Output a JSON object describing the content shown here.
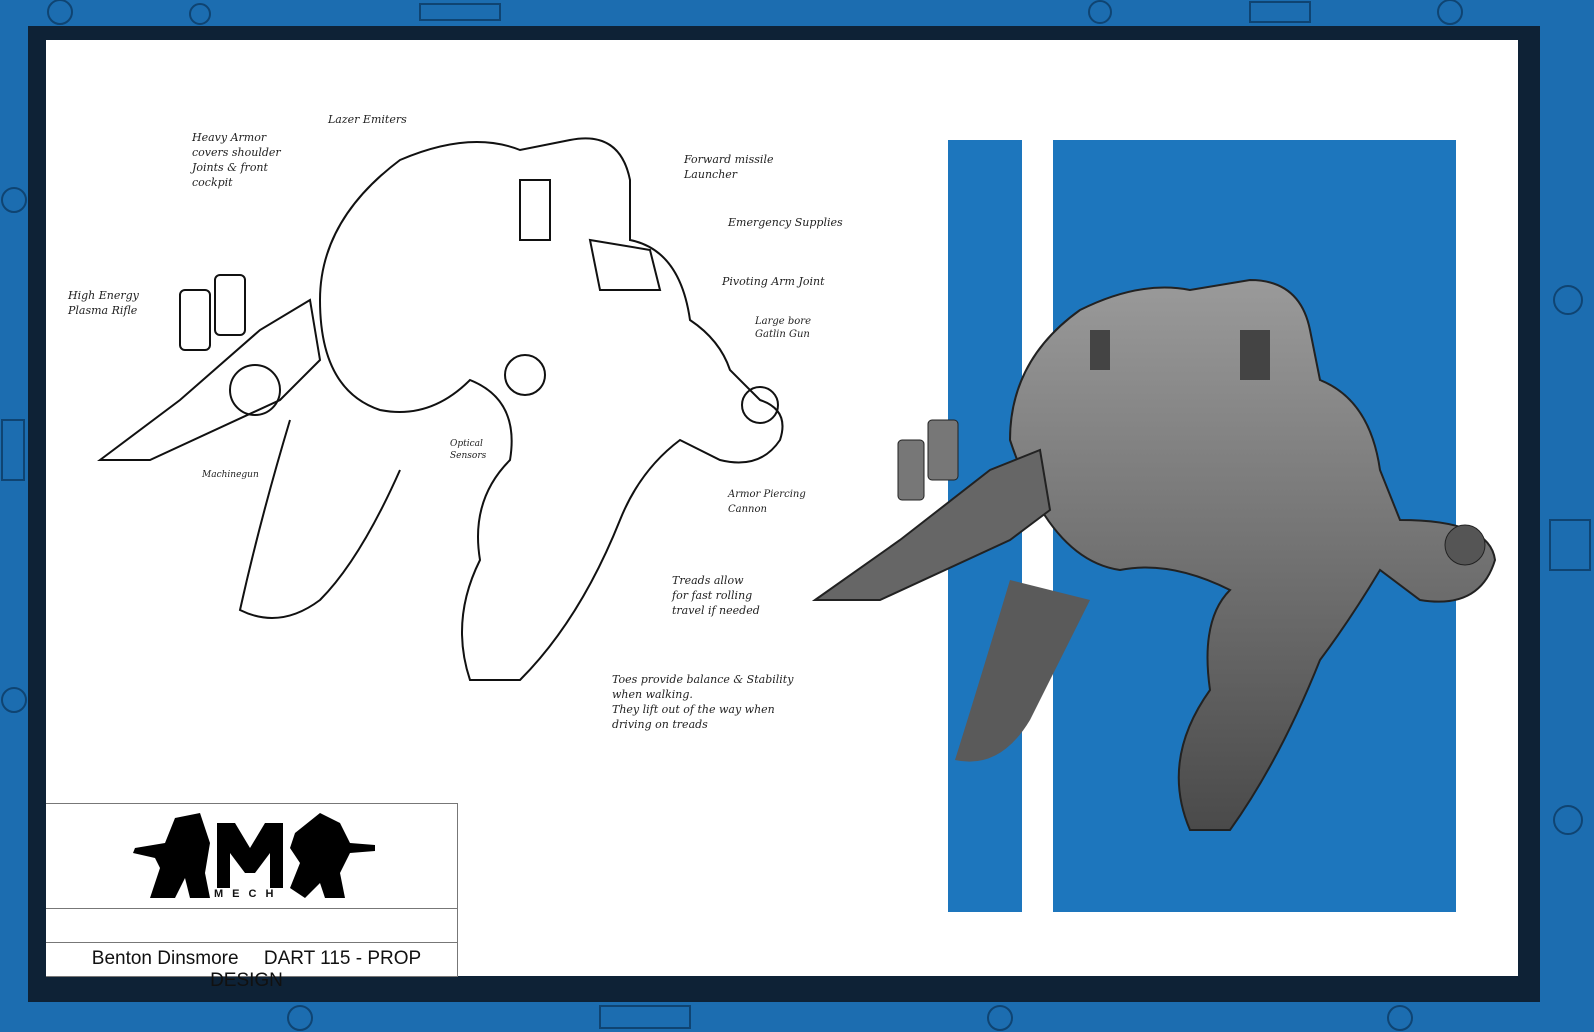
{
  "sheet": {
    "annotations": [
      {
        "id": "lazer-emitters",
        "text": "Lazer Emiters"
      },
      {
        "id": "heavy-armor",
        "text": "Heavy Armor\ncovers shoulder\nJoints & front\ncockpit"
      },
      {
        "id": "plasma-rifle",
        "text": "High Energy\nPlasma Rifle"
      },
      {
        "id": "machinegun",
        "text": "Machinegun"
      },
      {
        "id": "optical-sensors",
        "text": "Optical\nSensors"
      },
      {
        "id": "missile-launcher",
        "text": "Forward missile\nLauncher"
      },
      {
        "id": "emergency-supplies",
        "text": "Emergency Supplies"
      },
      {
        "id": "arm-joint",
        "text": "Pivoting Arm Joint"
      },
      {
        "id": "gatlin-gun",
        "text": "Large bore\nGatlin Gun"
      },
      {
        "id": "armor-cannon",
        "text": "Armor Piercing\nCannon"
      },
      {
        "id": "treads",
        "text": "Treads allow\nfor fast rolling\ntravel if needed"
      },
      {
        "id": "toes",
        "text": "Toes provide balance & Stability\nwhen walking.\nThey lift out of the way when\ndriving on treads"
      }
    ]
  },
  "title_block": {
    "logo_text": "MECH",
    "author": "Benton Dinsmore",
    "course": "DART 115 - PROP DESIGN"
  },
  "colors": {
    "background_blue": "#1c6db0",
    "frame": "#0e2236",
    "panel_blue": "#1d76bd",
    "sheet": "#ffffff"
  }
}
